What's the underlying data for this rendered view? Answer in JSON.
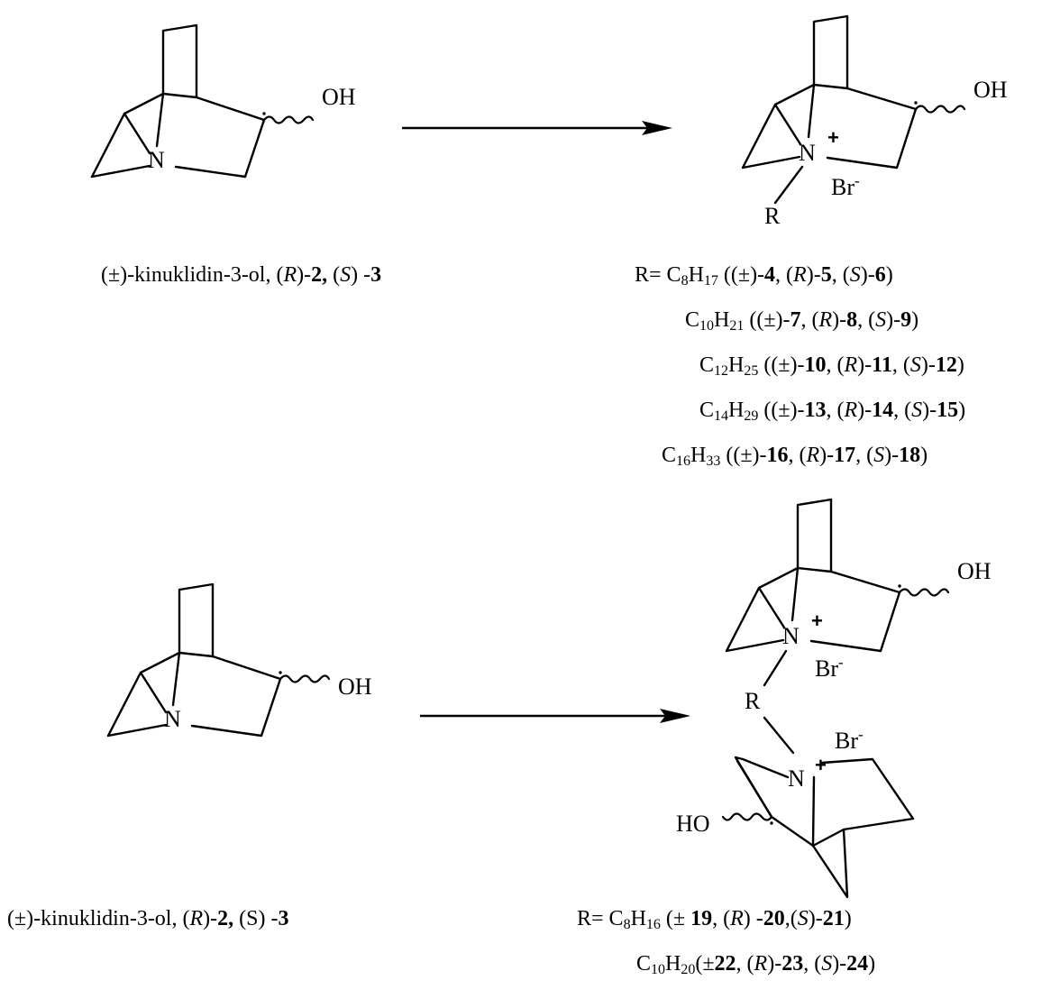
{
  "atoms": {
    "n": "N",
    "oh": "OH",
    "ho": "HO",
    "br": "Br",
    "minus": "-",
    "plus": "+",
    "r": "R"
  },
  "captions": {
    "start_top": {
      "prefix": "(±)-kinuklidin-3-ol, (",
      "r": "R",
      "mid": ")-",
      "n1": "2,",
      "sp": " (",
      "s": "S",
      "close": ") -",
      "n2": "3"
    },
    "start_bottom": {
      "prefix": "(±)-kinuklidin-3-ol, (",
      "r": "R",
      "mid": ")-",
      "n1": "2,",
      "sp": " (S) -",
      "n2": "3"
    }
  },
  "products_mono": [
    {
      "lead": "R= ",
      "c": "C",
      "cn": "8",
      "h": "H",
      "hn": "17",
      "open": " ((±)-",
      "a": "4",
      "s1": ", (",
      "r": "R",
      "s2": ")-",
      "b": "5",
      "s3": ", (",
      "s": "S",
      "s4": ")-",
      "c2": "6",
      "close": ")"
    },
    {
      "lead": "",
      "c": "C",
      "cn": "10",
      "h": "H",
      "hn": "21",
      "open": " ((±)-",
      "a": "7",
      "s1": ", (",
      "r": "R",
      "s2": ")-",
      "b": "8",
      "s3": ", (",
      "s": "S",
      "s4": ")-",
      "c2": "9",
      "close": ")"
    },
    {
      "lead": "",
      "c": "C",
      "cn": "12",
      "h": "H",
      "hn": "25",
      "open": " ((±)-",
      "a": "10",
      "s1": ", (",
      "r": "R",
      "s2": ")-",
      "b": "11",
      "s3": ", (",
      "s": "S",
      "s4": ")-",
      "c2": "12",
      "close": ")"
    },
    {
      "lead": "",
      "c": "C",
      "cn": "14",
      "h": "H",
      "hn": "29",
      "open": " ((±)-",
      "a": "13",
      "s1": ", (",
      "r": "R",
      "s2": ")-",
      "b": "14",
      "s3": ", (",
      "s": "S",
      "s4": ")-",
      "c2": "15",
      "close": ")"
    },
    {
      "lead": "",
      "c": "C",
      "cn": "16",
      "h": "H",
      "hn": "33",
      "open": " ((±)-",
      "a": "16",
      "s1": ", (",
      "r": "R",
      "s2": ")-",
      "b": "17",
      "s3": ", (",
      "s": "S",
      "s4": ")-",
      "c2": "18",
      "close": ")"
    }
  ],
  "products_bis": [
    {
      "lead": "R= ",
      "c": "C",
      "cn": "8",
      "h": "H",
      "hn": "16",
      "open": " (± ",
      "a": "19",
      "s1": ", (",
      "r": "R",
      "s2": ") -",
      "b": "20",
      "s3": ",(",
      "s": "S",
      "s4": ")-",
      "c2": "21",
      "close": ")"
    },
    {
      "lead": "",
      "c": "C",
      "cn": "10",
      "h": "H",
      "hn": "20",
      "open": "(±",
      "a": "22",
      "s1": ", (",
      "r": "R",
      "s2": ")-",
      "b": "23",
      "s3": ", (",
      "s": "S",
      "s4": ")-",
      "c2": "24",
      "close": ")"
    }
  ]
}
